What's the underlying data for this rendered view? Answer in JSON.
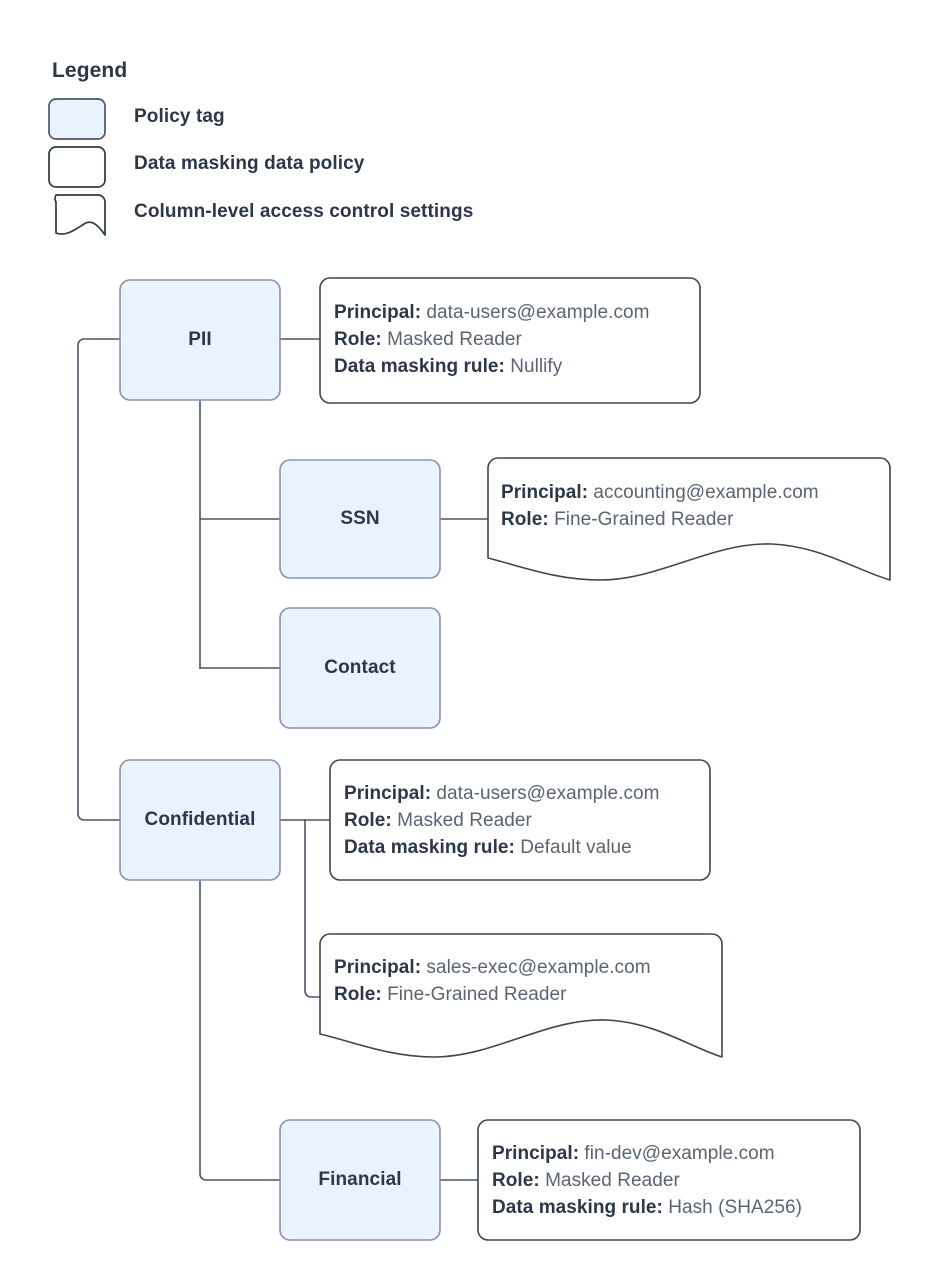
{
  "legend": {
    "title": "Legend",
    "items": [
      {
        "shape": "policy-tag-swatch",
        "label": "Policy tag",
        "fill": "#eaf2fd",
        "stroke": "#4a5568"
      },
      {
        "shape": "data-policy-swatch",
        "label": "Data masking data policy",
        "fill": "#ffffff",
        "stroke": "#2d3748"
      },
      {
        "shape": "column-access-swatch",
        "label": "Column-level access control settings",
        "fill": "#ffffff",
        "stroke": "#2d3748"
      }
    ]
  },
  "colors": {
    "policy_tag_fill": "#eaf2fd",
    "policy_tag_stroke": "#8694a8",
    "callout_stroke": "#3d4655",
    "connector": "#4a5568",
    "label_text": "#2d3748",
    "value_text": "#5a6472",
    "background": "#ffffff"
  },
  "nodes": [
    {
      "id": "pii",
      "label": "PII",
      "type": "policy-tag"
    },
    {
      "id": "ssn",
      "label": "SSN",
      "type": "policy-tag"
    },
    {
      "id": "contact",
      "label": "Contact",
      "type": "policy-tag"
    },
    {
      "id": "confidential",
      "label": "Confidential",
      "type": "policy-tag"
    },
    {
      "id": "financial",
      "label": "Financial",
      "type": "policy-tag"
    }
  ],
  "callouts": [
    {
      "id": "pii-policy",
      "attached_to": "pii",
      "shape": "data-masking-data-policy",
      "lines": [
        {
          "label": "Principal:",
          "value": "data-users@example.com"
        },
        {
          "label": "Role:",
          "value": "Masked Reader"
        },
        {
          "label": "Data masking rule:",
          "value": "Nullify"
        }
      ]
    },
    {
      "id": "ssn-access",
      "attached_to": "ssn",
      "shape": "column-level-access-control",
      "lines": [
        {
          "label": "Principal:",
          "value": "accounting@example.com"
        },
        {
          "label": "Role:",
          "value": "Fine-Grained Reader"
        }
      ]
    },
    {
      "id": "confidential-policy",
      "attached_to": "confidential",
      "shape": "data-masking-data-policy",
      "lines": [
        {
          "label": "Principal:",
          "value": "data-users@example.com"
        },
        {
          "label": "Role:",
          "value": "Masked Reader"
        },
        {
          "label": "Data masking rule:",
          "value": "Default value"
        }
      ]
    },
    {
      "id": "confidential-access",
      "attached_to": "confidential",
      "shape": "column-level-access-control",
      "lines": [
        {
          "label": "Principal:",
          "value": "sales-exec@example.com"
        },
        {
          "label": "Role:",
          "value": "Fine-Grained Reader"
        }
      ]
    },
    {
      "id": "financial-policy",
      "attached_to": "financial",
      "shape": "data-masking-data-policy",
      "lines": [
        {
          "label": "Principal:",
          "value": "fin-dev@example.com"
        },
        {
          "label": "Role:",
          "value": "Masked Reader"
        },
        {
          "label": "Data masking rule:",
          "value": "Hash (SHA256)"
        }
      ]
    }
  ]
}
